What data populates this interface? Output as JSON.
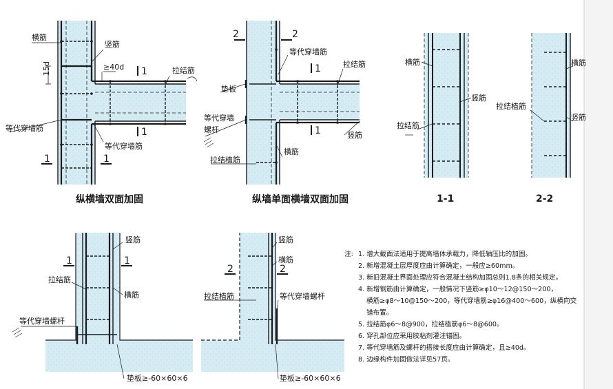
{
  "colors": {
    "concrete": "#d6ecf4",
    "line": "#1a1a1a",
    "paper": "#ffffff"
  },
  "d1": {
    "title": "纵横墙双面加固",
    "labels": {
      "hengjin": "横筋",
      "shujin": "竖筋",
      "anchor": "≥40d",
      "lajie": "拉结筋",
      "dim": "15d",
      "dengdai_left": "等代穿墙筋",
      "dengdai_bottom": "等代穿墙筋"
    },
    "cut": {
      "one": "1"
    }
  },
  "d2": {
    "title": "纵墙单面横墙双面加固",
    "labels": {
      "dengdai_top": "等代穿墙筋",
      "lajie": "拉结筋",
      "dianban": "垫板",
      "luogan1": "等代穿墙",
      "luogan2": "螺杆",
      "shujin": "竖筋",
      "hengjin": "横筋",
      "lajiezhi": "拉结植筋"
    },
    "cut": {
      "one": "1",
      "two": "2"
    }
  },
  "s11": {
    "title": "1-1",
    "labels": {
      "hengjin": "横筋",
      "shujin": "竖筋",
      "lajie": "拉结筋"
    }
  },
  "s22": {
    "title": "2-2",
    "labels": {
      "hengjin": "横筋",
      "lajiezhi": "拉结植筋",
      "shujin": "竖筋"
    }
  },
  "d3": {
    "labels": {
      "shujin": "竖筋",
      "lajie": "拉结筋",
      "hengjin": "横筋",
      "luogan": "等代穿墙螺杆",
      "dianban": "垫板≥-60×60×6"
    },
    "cut": {
      "one": "1"
    }
  },
  "d4": {
    "labels": {
      "shujin": "竖筋",
      "hengjin": "横筋",
      "lajiezhi": "拉结植筋",
      "luogan": "等代穿墙螺杆",
      "dianban": "垫板≥-60×60×6"
    },
    "cut": {
      "two": "2"
    }
  },
  "notes": {
    "prefix": "注:",
    "items": [
      "1. 增大截面法适用于提高墙体承载力，降低轴压比的加固。",
      "2. 新增混凝土层厚度应由计算确定，一般应≥60mm。",
      "3. 新旧混凝土界面处理应符合混凝土结构加固总则1.8条的相关规定。",
      "4. 新增钢筋由计算确定，一般情况下竖筋≥φ10～12@150～200，",
      "横筋≥φ8～10@150～200，等代穿墙筋≥φ16@400～600，纵横向交",
      "错布置。",
      "5. 拉结筋φ6～8@900，拉结植筋φ6～8@600。",
      "6. 穿孔部位应采用胶粘剂灌注锚固。",
      "7. 等代穿墙筋及螺杆的搭接长度应由计算确定，且≥40d。",
      "8. 边缘构件加固做法详见57页。"
    ]
  }
}
